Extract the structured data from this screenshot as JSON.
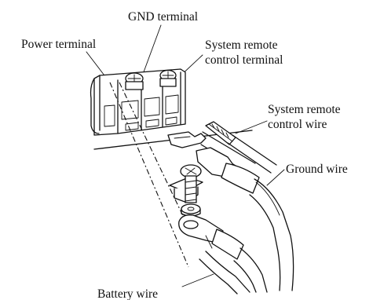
{
  "labels": {
    "gnd_terminal": "GND terminal",
    "power_terminal": "Power terminal",
    "system_remote_control_terminal_line1": "System remote",
    "system_remote_control_terminal_line2": "control terminal",
    "system_remote_control_wire_line1": "System remote",
    "system_remote_control_wire_line2": "control wire",
    "ground_wire": "Ground wire",
    "battery_wire": "Battery wire"
  }
}
